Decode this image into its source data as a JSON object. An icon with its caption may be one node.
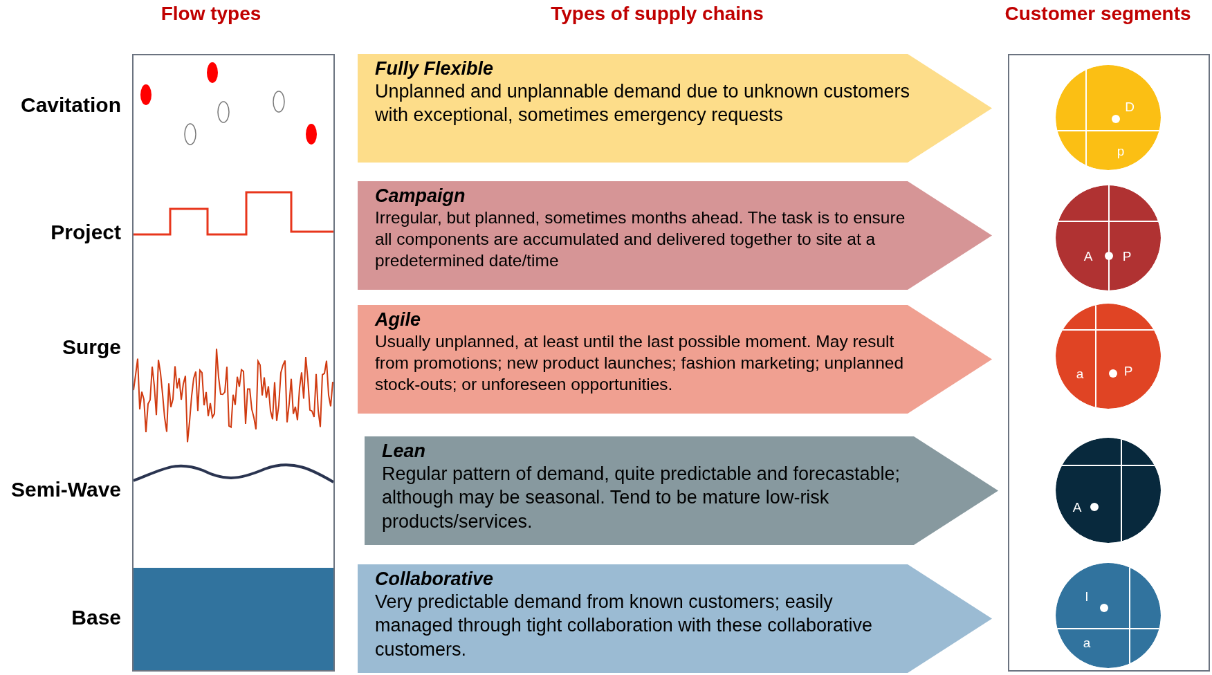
{
  "diagram": {
    "nodes": [
      {
        "text": [
          "Flow types"
        ]
      },
      {
        "text": [
          "Fully Flexible",
          "Unplanned and unplannable demand due to unknown customers with exceptional, sometimes emergency requests"
        ]
      },
      {
        "text": [
          "Campaign",
          "Irregular, but planned, sometimes months ahead.  The task is to ensure all components are accumulated and delivered together to site at a predetermined date/time"
        ]
      },
      {
        "text": [
          "Agile",
          "Usually unplanned, at least until the last possible moment. May result from  promotions; new  product launches; fashion marketing; unplanned stock-outs; or unforeseen opportunities."
        ]
      },
      {
        "text": [
          "Lean",
          "Regular pattern of demand, quite predictable and forecastable; although may be seasonal. Tend to be mature low-risk products/services."
        ]
      },
      {
        "text": [
          "Collaborative",
          "Very predictable demand from known customers; easily managed through tight collaboration with these collaborative customers."
        ]
      },
      {
        "text": [
          "Customer segments"
        ]
      },
      {
        "text": [
          "D",
          "p"
        ],
        "in": 6
      },
      {
        "text": [
          "A",
          "P"
        ],
        "in": 6
      },
      {
        "text": [
          "a",
          "P"
        ],
        "in": 6
      },
      {
        "text": [
          "A"
        ],
        "in": 6
      },
      {
        "text": [
          "I",
          "a"
        ],
        "in": 6
      }
    ],
    "labels": [
      "Types of supply chains",
      "Cavitation",
      "Project",
      "Surge",
      "Semi-Wave",
      "Base"
    ]
  }
}
